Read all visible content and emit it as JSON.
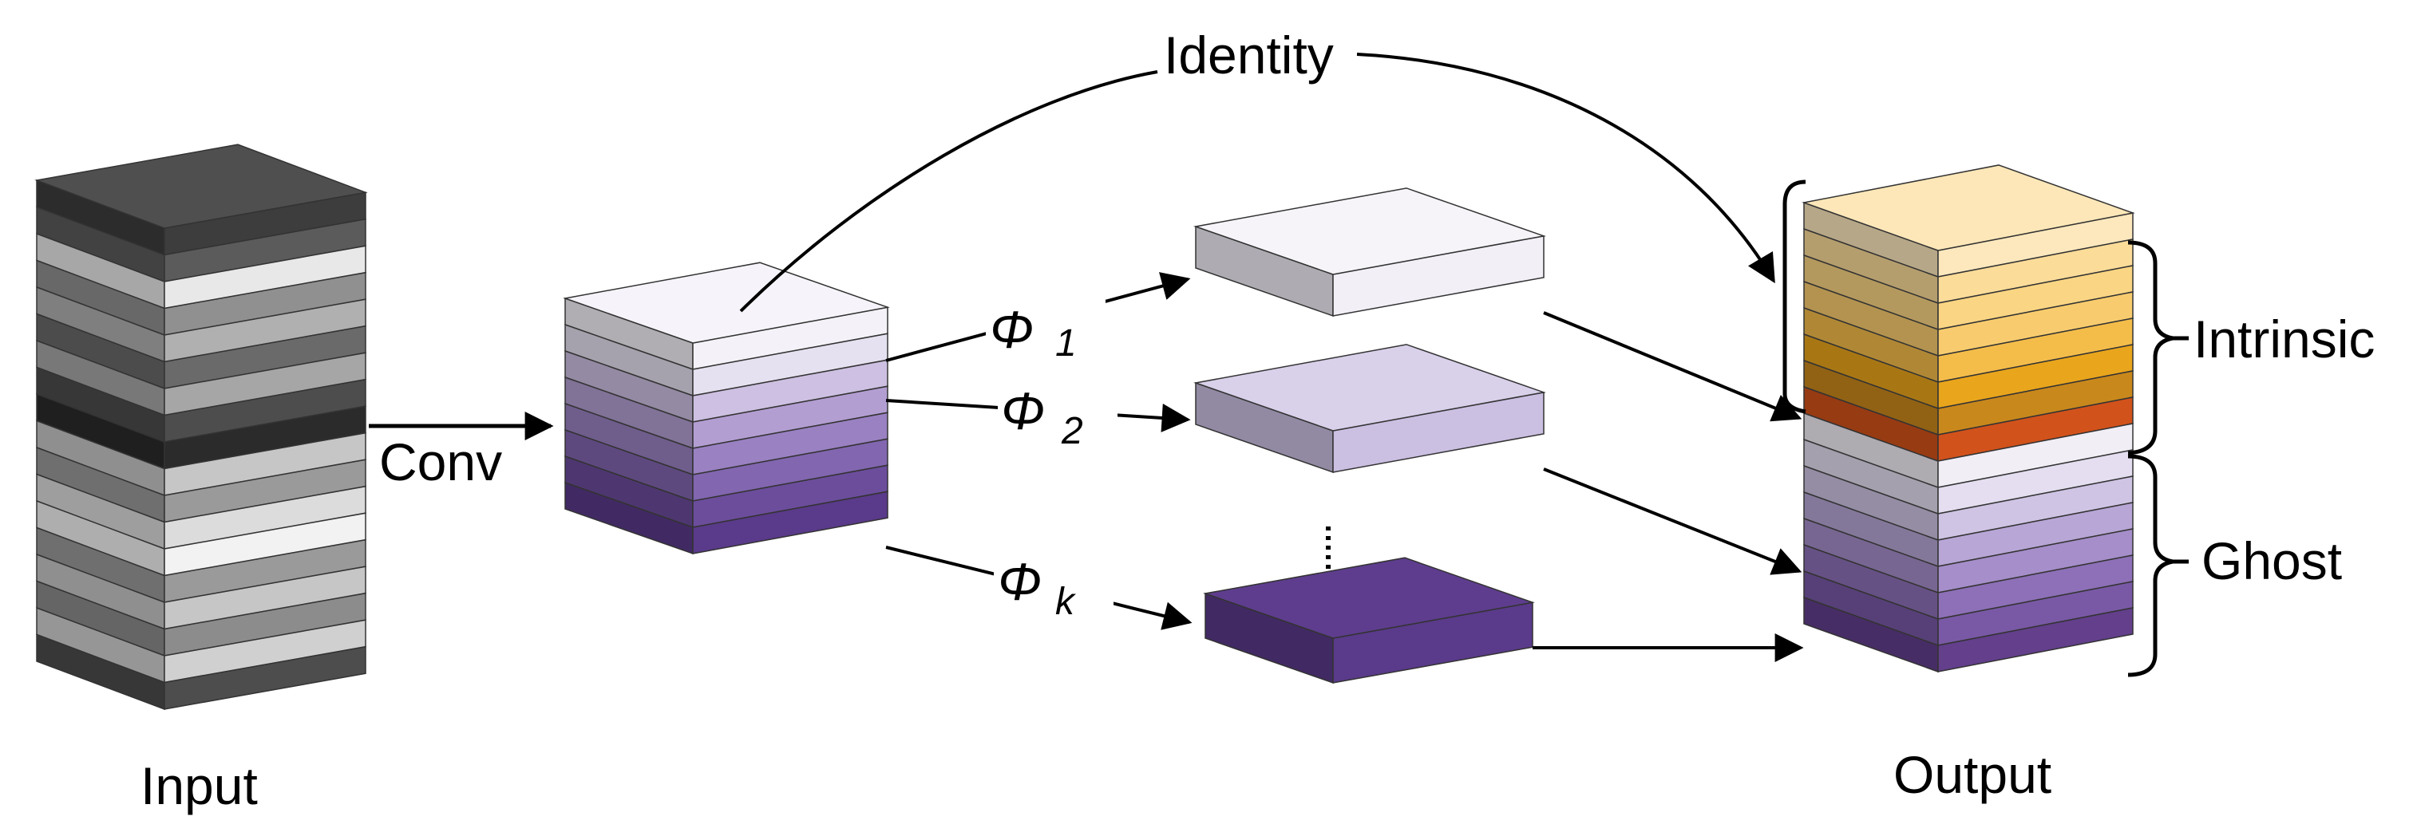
{
  "labels": {
    "input": "Input",
    "conv": "Conv",
    "output": "Output",
    "identity": "Identity",
    "intrinsic": "Intrinsic",
    "ghost": "Ghost"
  },
  "operations": [
    {
      "symbol": "Φ",
      "subscript": "1"
    },
    {
      "symbol": "Φ",
      "subscript": "2"
    },
    {
      "symbol": "Φ",
      "subscript": "k"
    }
  ],
  "colors": {
    "ink": "#000000",
    "input_shades": [
      "#3d3d3d",
      "#5b5b5b",
      "#e8e8e8",
      "#909090",
      "#b0b0b0",
      "#6a6a6a",
      "#a6a6a6",
      "#4d4d4d",
      "#2b2b2b",
      "#c6c6c6",
      "#9a9a9a",
      "#dcdcdc",
      "#f2f2f2",
      "#9a9a9a",
      "#c6c6c6",
      "#8c8c8c",
      "#d0d0d0",
      "#4d4d4d"
    ],
    "intrinsic_shades": [
      "#fde8bd",
      "#fbdc99",
      "#fad583",
      "#f8cc6e",
      "#f4bd4a",
      "#e9a51c",
      "#c9881c",
      "#d2521b"
    ],
    "ghost_shades": [
      "#f1eef6",
      "#e4def0",
      "#cfc4e4",
      "#b8a6d6",
      "#a58ec9",
      "#8d70b7",
      "#7959a5",
      "#633f8c"
    ],
    "feature_shades": [
      "#f4f2f8",
      "#e6e1f0",
      "#cdc0e2",
      "#b39ed2",
      "#9a81c2",
      "#8266b0",
      "#6c4d9c",
      "#5a3a8a"
    ],
    "ghost_map_1": "#f2eff7",
    "ghost_map_2": "#cbbfe2",
    "ghost_map_k": "#5a3a8a"
  }
}
